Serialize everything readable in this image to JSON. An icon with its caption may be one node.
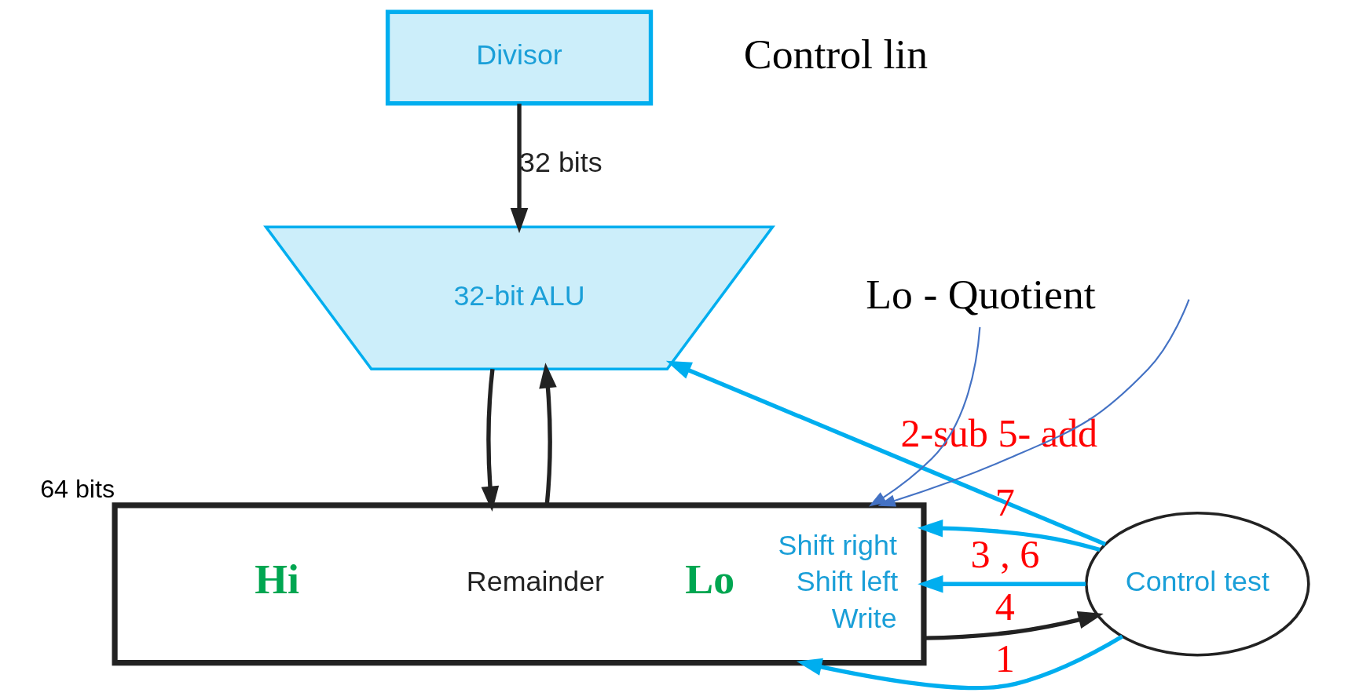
{
  "diagram": {
    "nodes": [
      {
        "text": [
          "Divisor"
        ]
      },
      {
        "text": [
          "32-bit ALU"
        ]
      },
      {
        "text": [
          "Hi",
          "Remainder",
          "Lo",
          "Shift right",
          "Shift left",
          "Write"
        ],
        "beside": [
          "64 bits"
        ]
      },
      {
        "text": [
          "Control test"
        ]
      },
      {
        "text": [
          "Lo - Quotient"
        ]
      }
    ],
    "edges": [
      {
        "from": 0,
        "to": 1,
        "arrow": "to",
        "label": "32 bits"
      },
      {
        "from": 1,
        "to": 2,
        "arrow": "to"
      },
      {
        "from": 2,
        "to": 1,
        "arrow": "to"
      },
      {
        "from": 2,
        "to": 3,
        "arrow": "to",
        "label": "4"
      },
      {
        "from": 3,
        "to": 1,
        "arrow": "to",
        "label": "2-sub 5- add",
        "color": "#00aeef"
      },
      {
        "from": 3,
        "to": 2,
        "arrow": "to",
        "label": "7",
        "color": "#00aeef"
      },
      {
        "from": 3,
        "to": 2,
        "arrow": "to",
        "label": "1",
        "color": "#00aeef"
      },
      {
        "from": 3,
        "to": 2,
        "arrow": "to",
        "label": "3 , 6",
        "color": "#00aeef"
      },
      {
        "from": 4,
        "to": 2,
        "arrow": "to",
        "color": "#4472c4"
      },
      {
        "from": null,
        "to": 2,
        "arrow": "to",
        "color": "#4472c4"
      }
    ],
    "labels": [
      "Control lin"
    ]
  }
}
